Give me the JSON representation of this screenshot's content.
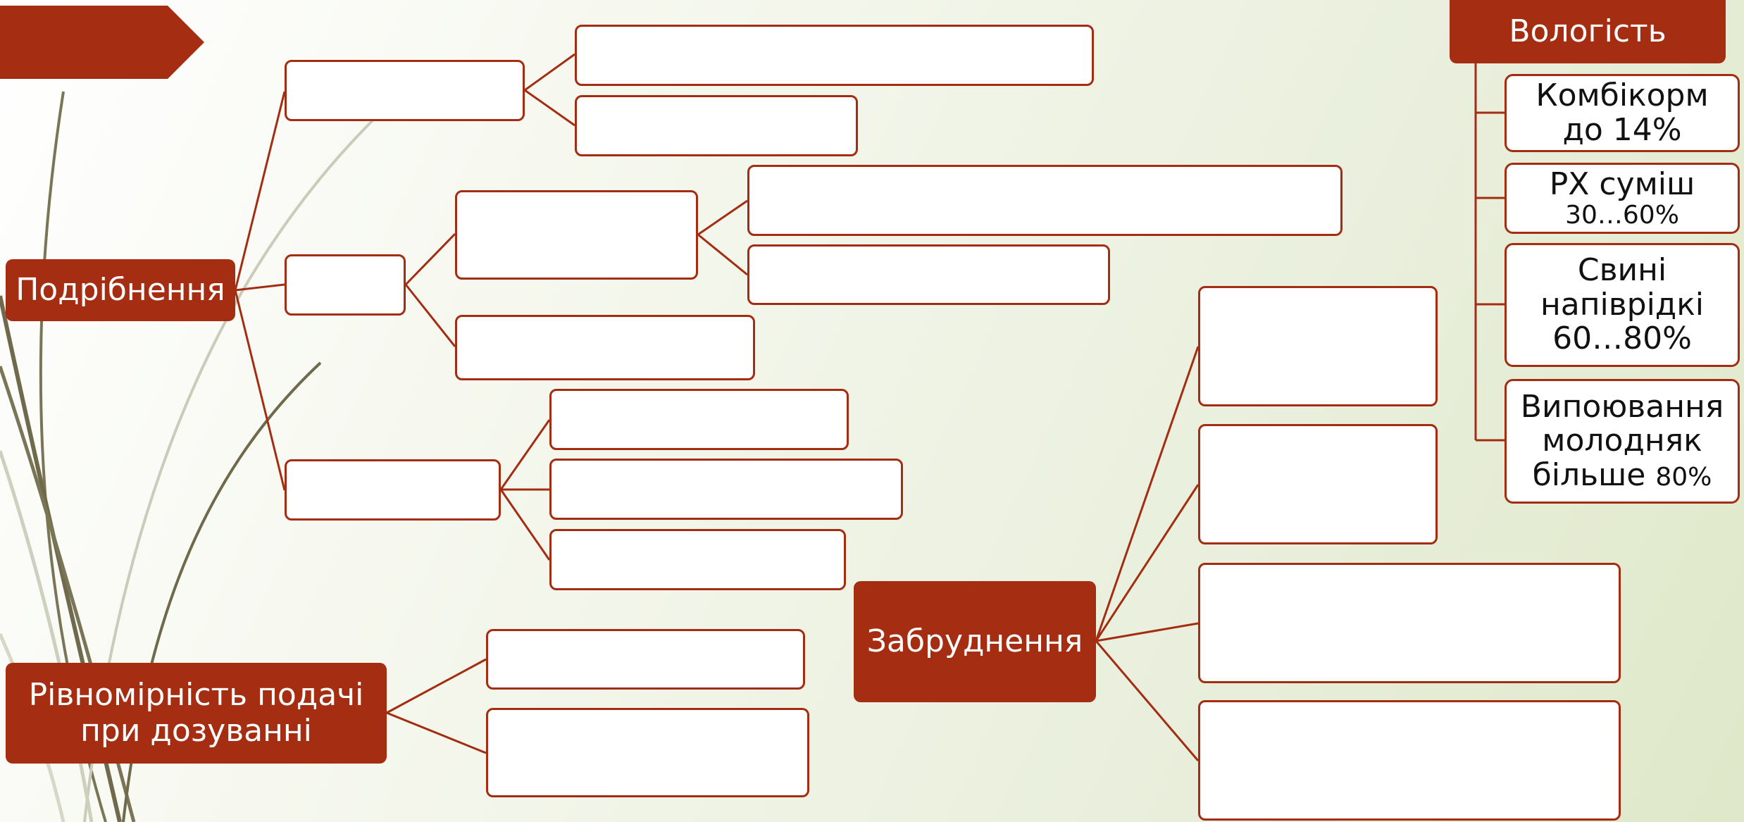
{
  "colors": {
    "accent": "#a52e12",
    "outline": "#a32d12",
    "box_fill": "#ffffff",
    "text_dark": "#111111",
    "text_light": "#ffffff"
  },
  "nodes": {
    "grinding": "Подрібнення",
    "dosing_uniformity": "Рівномірність подачі\nпри дозуванні",
    "contamination": "Забруднення",
    "humidity": "Вологість"
  },
  "humidity_items": [
    {
      "line1": "Комбікорм",
      "line2": "до 14%"
    },
    {
      "line1": "РХ суміш",
      "line2": "30…60%"
    },
    {
      "line1": "Свині",
      "line2": "напіврідкі",
      "line3": "60…80%"
    },
    {
      "line1": "Випоювання",
      "line2": "молодняк",
      "line3": "більше",
      "line3_small": "80%"
    }
  ]
}
